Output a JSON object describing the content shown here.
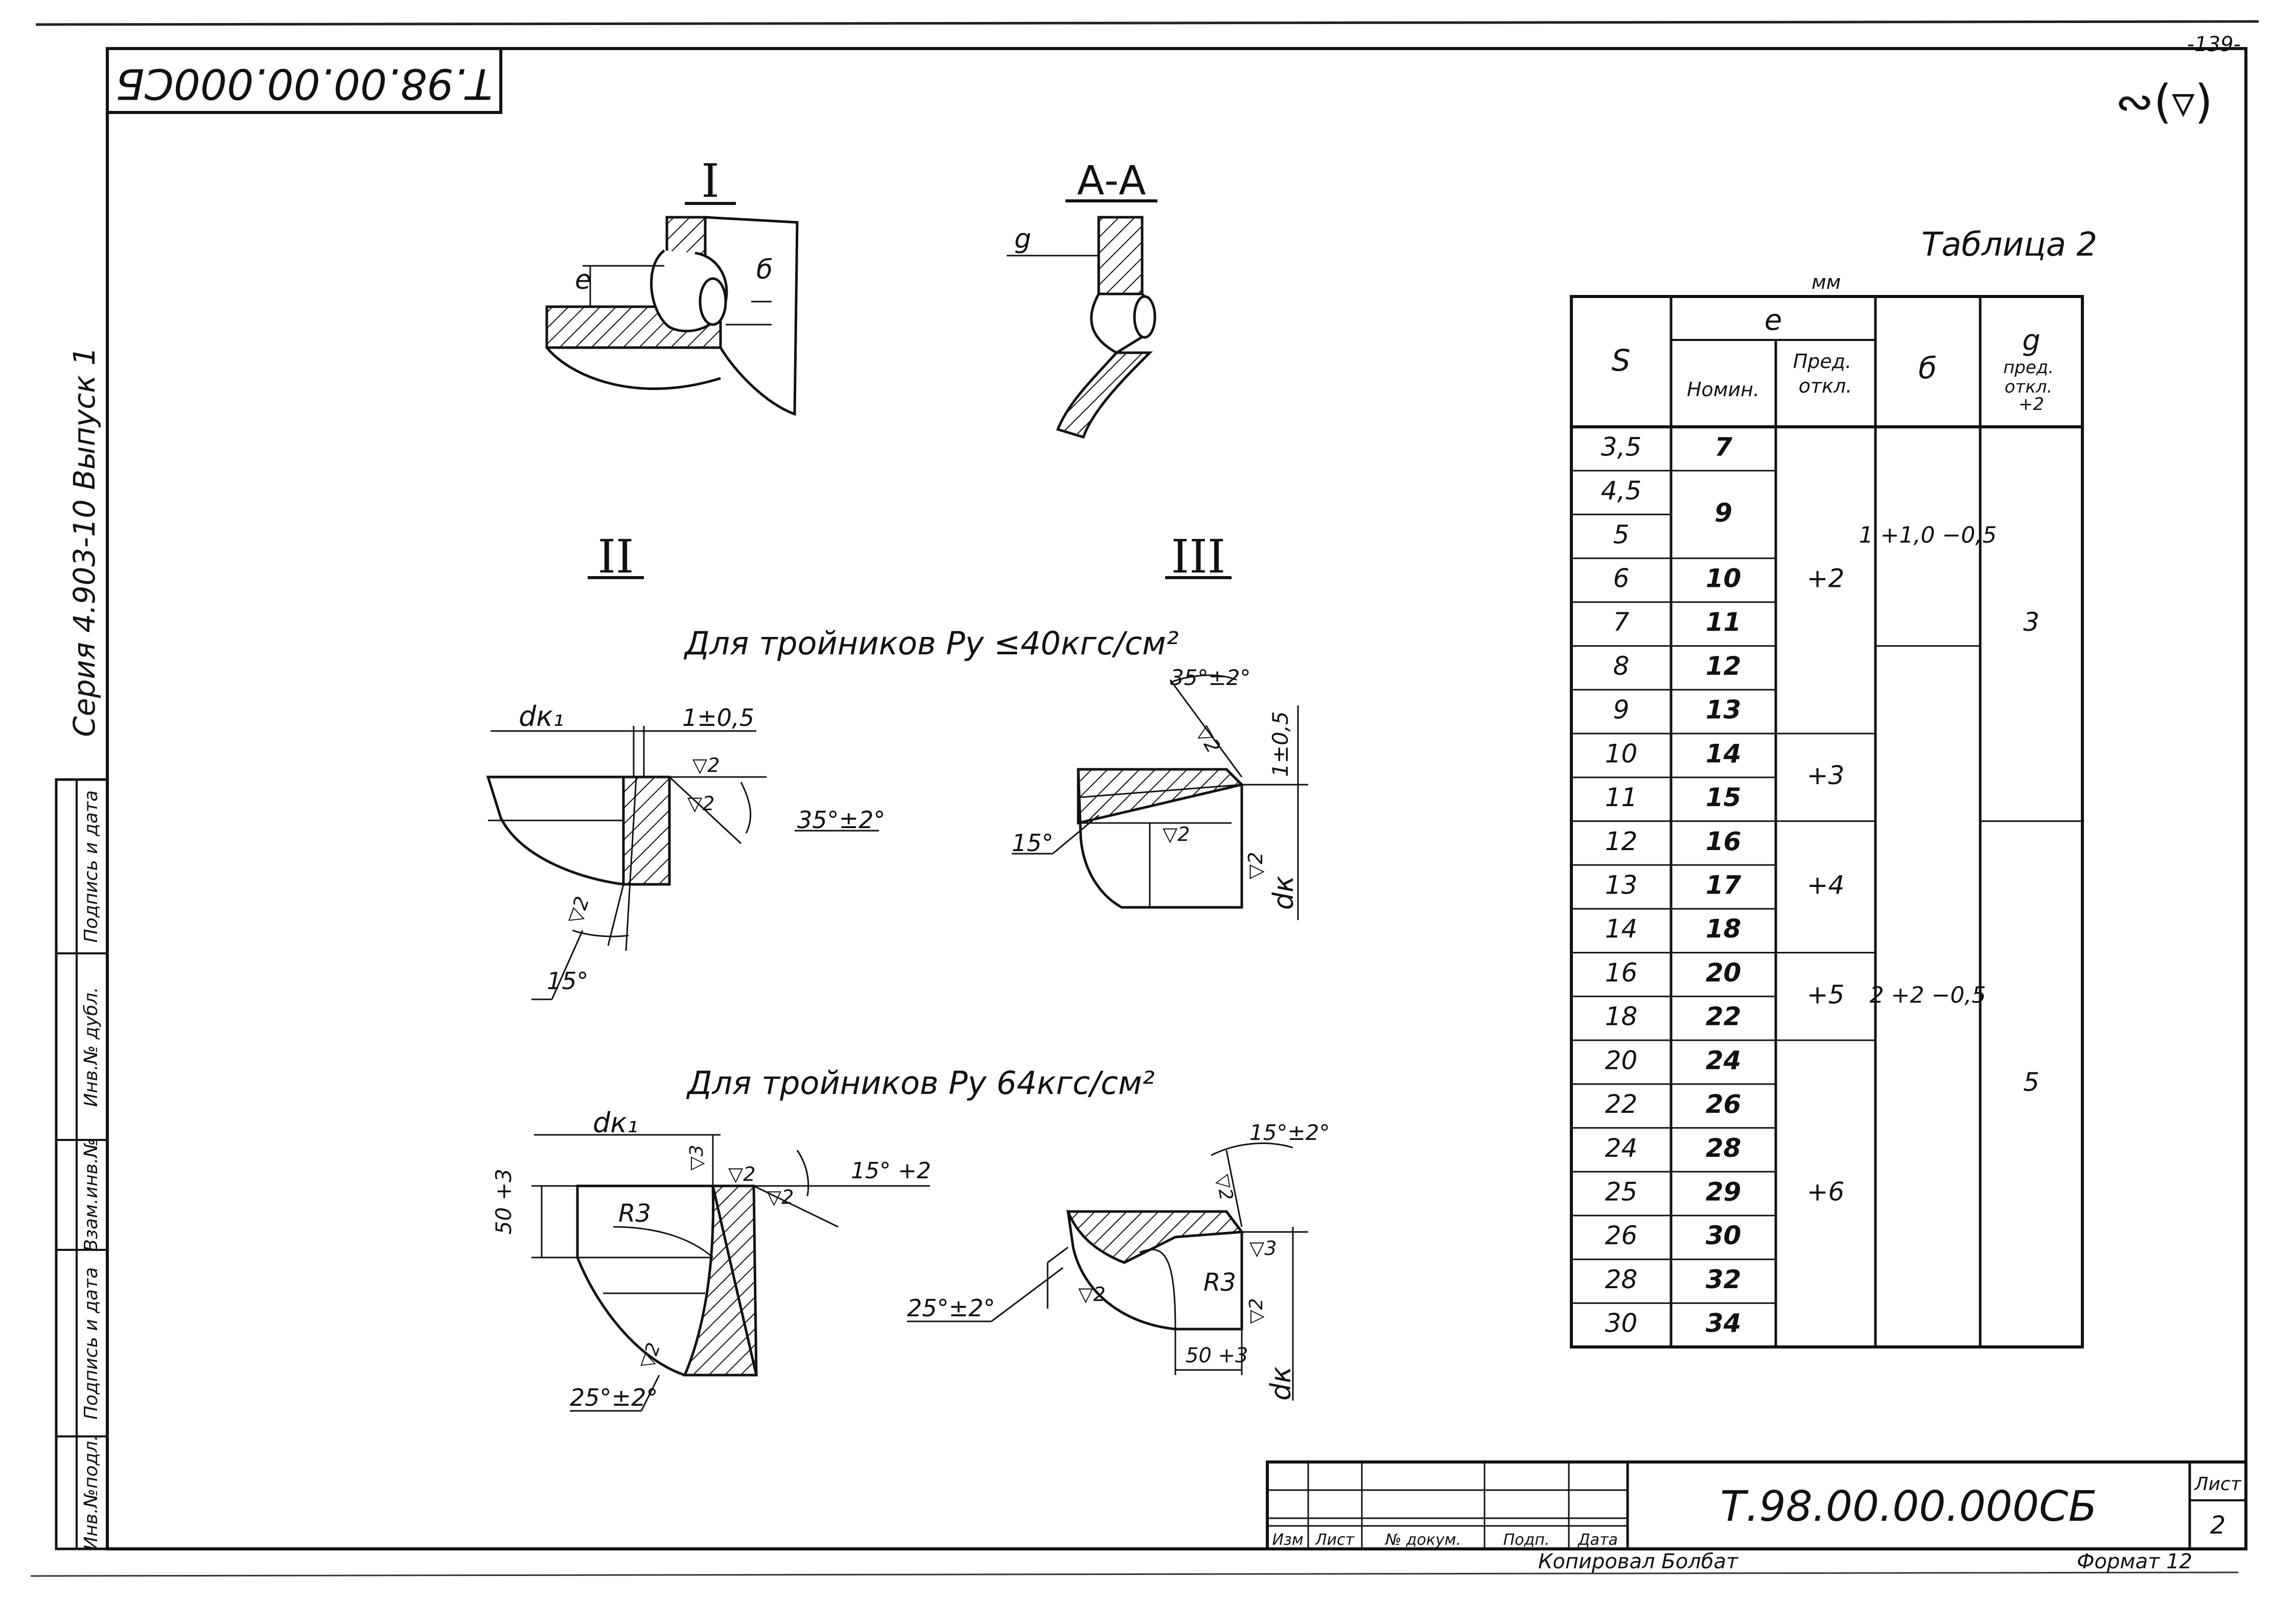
{
  "page": {
    "page_number": "-139-",
    "roughness_mark": "∾(▿)",
    "top_stamp": "Т.98.00.00.000СБ",
    "series_label": "Серия 4.903-10   Выпуск 1"
  },
  "left_strip": {
    "fields": [
      "Подпись и дата",
      "Инв.№ дубл.",
      "Взам.инв.№",
      "Подпись и дата",
      "Инв.№подл."
    ]
  },
  "views": {
    "I": {
      "title": "I",
      "label_e": "e",
      "label_b": "б"
    },
    "AA": {
      "title": "А-А",
      "label_g": "g"
    },
    "II": {
      "title": "II"
    },
    "III": {
      "title": "III"
    },
    "note_40": "Для тройников Рy ≤40кгс/см²",
    "note_64": "Для тройников Рy 64кгс/см²",
    "d1": {
      "dk1": "dк₁",
      "gap": "1±0,5",
      "r1": "▽2",
      "r2": "▽2",
      "r3": "▽2",
      "angle": "35°±2°",
      "angle2": "15°"
    },
    "d2": {
      "angle_top": "35°±2°",
      "gap": "1±0,5",
      "r1": "▽2",
      "r2": "▽2",
      "r3": "▽2",
      "angle": "15°",
      "dk": "dк"
    },
    "d3": {
      "dk1": "dк₁",
      "r1": "▽3",
      "r2": "▽2",
      "r3": "▽2",
      "r4": "▽2",
      "angle_top": "15° +2",
      "dim": "50 +3",
      "radius": "R3",
      "angle": "25°±2°"
    },
    "d4": {
      "angle_top": "15°±2°",
      "r1": "▽2",
      "r2": "▽3",
      "r3": "▽2",
      "r4": "▽2",
      "radius": "R3",
      "angle": "25°±2°",
      "dim": "50 +3",
      "dk": "dк"
    }
  },
  "table": {
    "title": "Таблица 2",
    "unit": "мм",
    "headers": {
      "s": "S",
      "e": "e",
      "e_nom": "Номин.",
      "e_dev": "Пред. откл.",
      "b": "б",
      "g_sym": "g",
      "g_text": "пред. откл. +2"
    },
    "s": [
      "3,5",
      "4,5",
      "5",
      "6",
      "7",
      "8",
      "9",
      "10",
      "11",
      "12",
      "13",
      "14",
      "16",
      "18",
      "20",
      "22",
      "24",
      "25",
      "26",
      "28",
      "30"
    ],
    "e_nom": [
      {
        "value": "7",
        "rows": 1
      },
      {
        "value": "9",
        "rows": 2
      },
      {
        "value": "10",
        "rows": 1
      },
      {
        "value": "11",
        "rows": 1
      },
      {
        "value": "12",
        "rows": 1
      },
      {
        "value": "13",
        "rows": 1
      },
      {
        "value": "14",
        "rows": 1
      },
      {
        "value": "15",
        "rows": 1
      },
      {
        "value": "16",
        "rows": 1
      },
      {
        "value": "17",
        "rows": 1
      },
      {
        "value": "18",
        "rows": 1
      },
      {
        "value": "20",
        "rows": 1
      },
      {
        "value": "22",
        "rows": 1
      },
      {
        "value": "24",
        "rows": 1
      },
      {
        "value": "26",
        "rows": 1
      },
      {
        "value": "28",
        "rows": 1
      },
      {
        "value": "29",
        "rows": 1
      },
      {
        "value": "30",
        "rows": 1
      },
      {
        "value": "32",
        "rows": 1
      },
      {
        "value": "34",
        "rows": 1
      }
    ],
    "e_dev": [
      {
        "value": "+2",
        "rows": 7
      },
      {
        "value": "+3",
        "rows": 2
      },
      {
        "value": "+4",
        "rows": 3
      },
      {
        "value": "+5",
        "rows": 2
      },
      {
        "value": "+6",
        "rows": 7
      }
    ],
    "b": [
      {
        "value": "1 +1,0 −0,5",
        "rows": 5
      },
      {
        "value": "2 +2 −0,5",
        "rows": 16
      }
    ],
    "g": [
      {
        "value": "3",
        "rows": 9
      },
      {
        "value": "5",
        "rows": 12
      }
    ]
  },
  "title_block": {
    "designation": "Т.98.00.00.000СБ",
    "sheet_label": "Лист",
    "sheet_no": "2",
    "cols": [
      "Изм",
      "Лист",
      "№ докум.",
      "Подп.",
      "Дата"
    ],
    "copied": "Копировал  Болбат",
    "format": "Формат 12"
  }
}
